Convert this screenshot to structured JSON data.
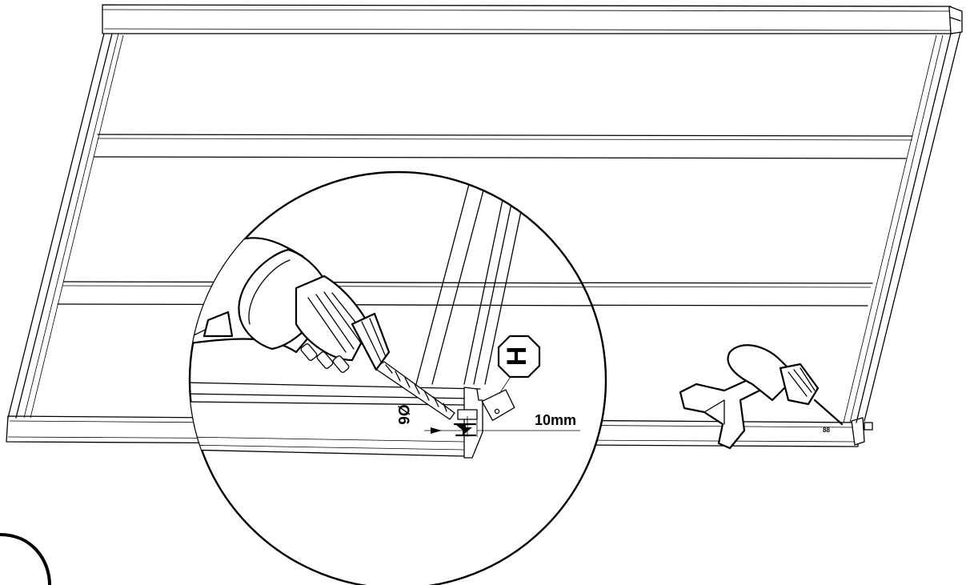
{
  "callout": {
    "part_letter": "H",
    "drill_diameter": "Ø6",
    "edge_distance": "10mm"
  },
  "colors": {
    "line": "#000000",
    "background": "#ffffff"
  },
  "icons": [
    "drill-icon",
    "part-h-badge-icon",
    "magnifier-circle-icon"
  ]
}
